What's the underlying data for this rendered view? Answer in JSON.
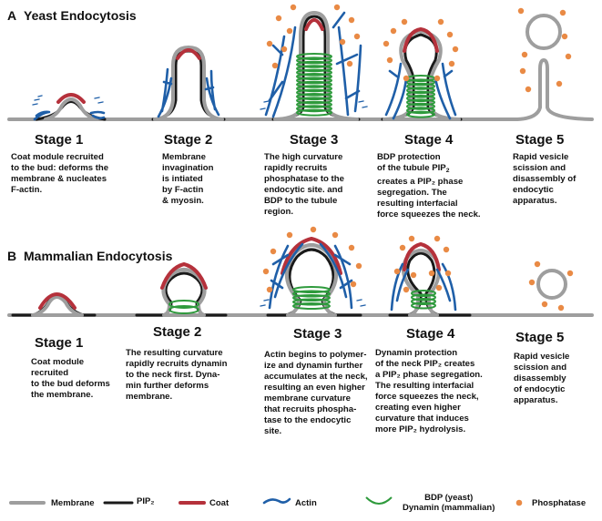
{
  "panels": [
    {
      "letter": "A",
      "title": "Yeast Endocytosis",
      "stages": [
        {
          "label": "Stage 1",
          "desc_pre": "Coat module recruited\nto the bud: deforms the\nmembrane & nucleates\nF-actin.",
          "desc_sub": "",
          "desc_post": ""
        },
        {
          "label": "Stage 2",
          "desc_pre": "Membrane\ninvagination\nis intiated\nby F-actin\n& myosin.",
          "desc_sub": "",
          "desc_post": ""
        },
        {
          "label": "Stage 3",
          "desc_pre": "The high curvature\nrapidly recruits\nphosphatase to the\nendocytic site. and\nBDP to the tubule\nregion.",
          "desc_sub": "",
          "desc_post": ""
        },
        {
          "label": "Stage 4",
          "desc_pre": "BDP protection\nof the tubule PIP",
          "desc_sub": "2",
          "desc_post": "\ncreates a PIP₂ phase\nsegregation. The\nresulting interfacial\nforce squeezes the neck."
        },
        {
          "label": "Stage 5",
          "desc_pre": "Rapid vesicle\nscission and\ndisassembly of\nendocytic\napparatus.",
          "desc_sub": "",
          "desc_post": ""
        }
      ]
    },
    {
      "letter": "B",
      "title": "Mammalian Endocytosis",
      "stages": [
        {
          "label": "Stage 1",
          "desc_pre": "Coat module\nrecruited\nto the bud deforms\nthe membrane.",
          "desc_sub": "",
          "desc_post": ""
        },
        {
          "label": "Stage 2",
          "desc_pre": "The resulting curvature\nrapidly recruits dynamin\nto the neck first. Dyna-\nmin further deforms\nmembrane.",
          "desc_sub": "",
          "desc_post": ""
        },
        {
          "label": "Stage 3",
          "desc_pre": "Actin begins to polymer-\nize and dynamin further\naccumulates at the neck,\nresulting an even higher\nmembrane curvature\nthat recruits phospha-\ntase to the endocytic\nsite.",
          "desc_sub": "",
          "desc_post": ""
        },
        {
          "label": "Stage 4",
          "desc_pre": "Dynamin protection\nof the neck PIP₂ creates\na PIP₂ phase segregation.\nThe resulting interfacial\nforce squeezes the neck,\ncreating even higher\ncurvature that induces\nmore PIP₂ hydrolysis.",
          "desc_sub": "",
          "desc_post": ""
        },
        {
          "label": "Stage 5",
          "desc_pre": "Rapid vesicle\nscission and\ndisassembly\nof endocytic\napparatus.",
          "desc_sub": "",
          "desc_post": ""
        }
      ]
    }
  ],
  "legend": [
    {
      "key": "membrane",
      "label": "Membrane"
    },
    {
      "key": "pip2",
      "label": "PIP₂"
    },
    {
      "key": "coat",
      "label": "Coat"
    },
    {
      "key": "actin",
      "label": "Actin"
    },
    {
      "key": "bdp",
      "label": "BDP (yeast)\nDynamin (mammalian)"
    },
    {
      "key": "phosphatase",
      "label": "Phosphatase"
    }
  ],
  "colors": {
    "membrane": "#9e9e9e",
    "pip2": "#1a1a1a",
    "coat": "#b5313b",
    "actin": "#1f5fa8",
    "bdp": "#2e9a3c",
    "phosphatase": "#e98a45"
  }
}
